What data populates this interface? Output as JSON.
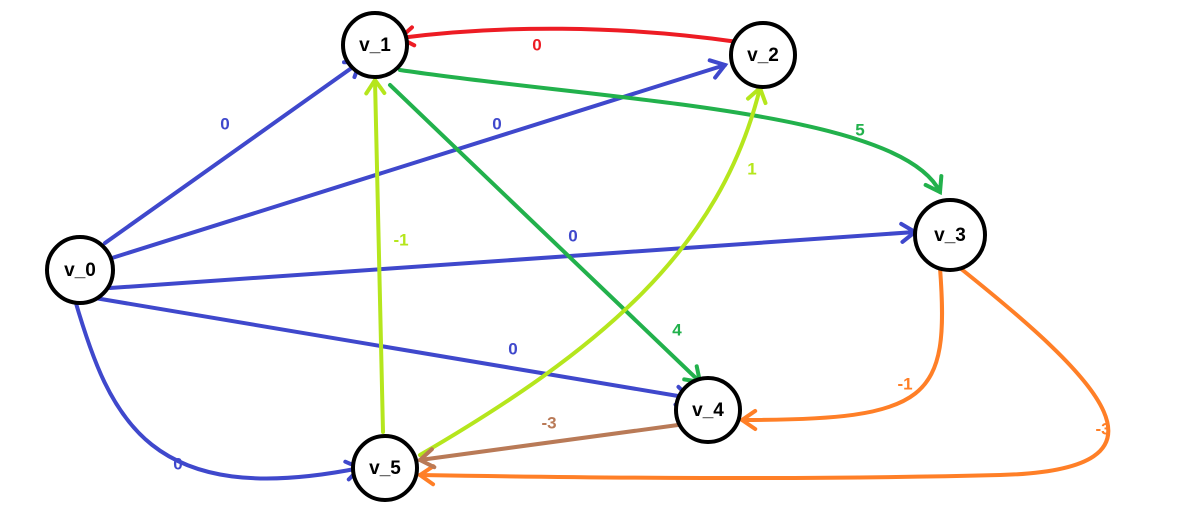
{
  "nodes": [
    {
      "id": "v0",
      "label": "v_0"
    },
    {
      "id": "v1",
      "label": "v_1"
    },
    {
      "id": "v2",
      "label": "v_2"
    },
    {
      "id": "v3",
      "label": "v_3"
    },
    {
      "id": "v4",
      "label": "v_4"
    },
    {
      "id": "v5",
      "label": "v_5"
    }
  ],
  "edges": [
    {
      "from": "v0",
      "to": "v1",
      "weight": "0",
      "color": "#3f48cc"
    },
    {
      "from": "v0",
      "to": "v2",
      "weight": "0",
      "color": "#3f48cc"
    },
    {
      "from": "v0",
      "to": "v3",
      "weight": "0",
      "color": "#3f48cc"
    },
    {
      "from": "v0",
      "to": "v4",
      "weight": "0",
      "color": "#3f48cc"
    },
    {
      "from": "v0",
      "to": "v5",
      "weight": "0",
      "color": "#3f48cc"
    },
    {
      "from": "v2",
      "to": "v1",
      "weight": "0",
      "color": "#ed1c24"
    },
    {
      "from": "v1",
      "to": "v3",
      "weight": "5",
      "color": "#22b14c"
    },
    {
      "from": "v1",
      "to": "v4",
      "weight": "4",
      "color": "#22b14c"
    },
    {
      "from": "v5",
      "to": "v1",
      "weight": "-1",
      "color": "#b5e61d"
    },
    {
      "from": "v5",
      "to": "v2",
      "weight": "1",
      "color": "#b5e61d"
    },
    {
      "from": "v3",
      "to": "v4",
      "weight": "-1",
      "color": "#ff7f27"
    },
    {
      "from": "v3",
      "to": "v5",
      "weight": "-3",
      "color": "#ff7f27"
    },
    {
      "from": "v4",
      "to": "v5",
      "weight": "-3",
      "color": "#b97a57"
    }
  ]
}
